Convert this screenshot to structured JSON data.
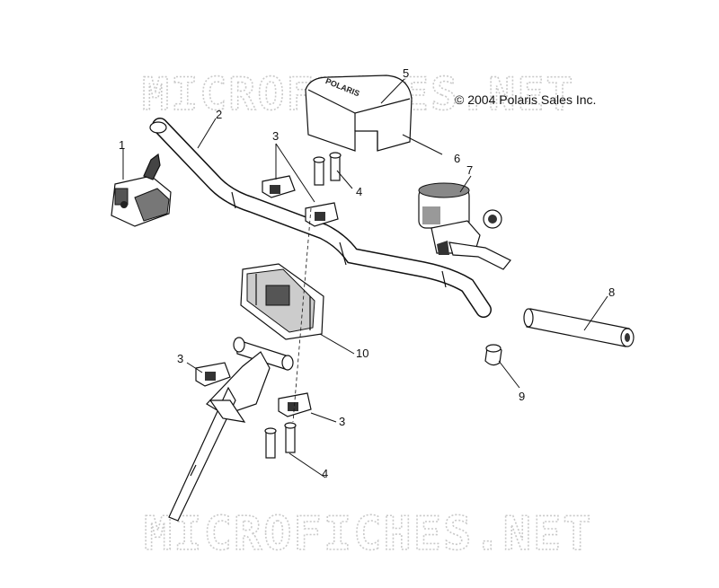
{
  "watermark": {
    "top": "MICROFICHES.NET",
    "bottom": "MICROFICHES.NET"
  },
  "copyright": "© 2004 Polaris Sales Inc.",
  "pad_logo_text": "POLARIS",
  "callouts": {
    "c1": "1",
    "c2": "2",
    "c3a": "3",
    "c3b": "3",
    "c3c": "3",
    "c4a": "4",
    "c4b": "4",
    "c5": "5",
    "c6": "6",
    "c7": "7",
    "c8": "8",
    "c9": "9",
    "c10": "10"
  },
  "colors": {
    "line": "#111111",
    "watermark": "#c9c9c9",
    "part_fill": "#ffffff",
    "dark_part": "#333333"
  }
}
